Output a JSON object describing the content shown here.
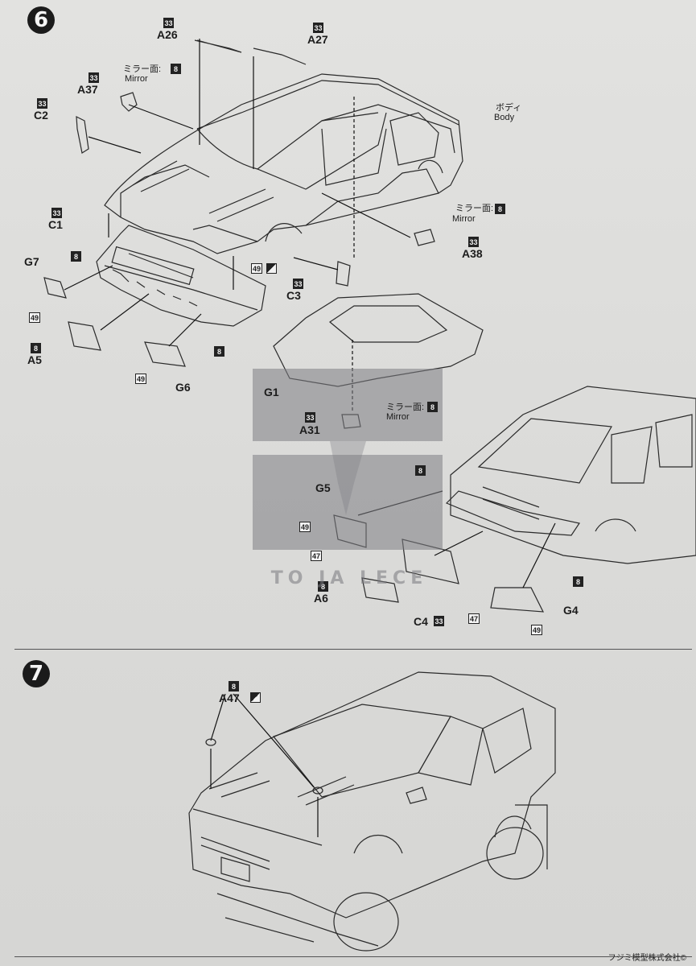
{
  "steps": [
    {
      "number": "6"
    },
    {
      "number": "7"
    }
  ],
  "step6": {
    "labels": {
      "A26": "A26",
      "A27": "A27",
      "A37": "A37",
      "C2": "C2",
      "C1": "C1",
      "G7": "G7",
      "A5": "A5",
      "G6": "G6",
      "C3": "C3",
      "A38": "A38",
      "G1": "G1",
      "A31": "A31",
      "G5": "G5",
      "A6": "A6",
      "C4": "C4",
      "G4": "G4"
    },
    "body_jp": "ボディ",
    "body_en": "Body",
    "mirror_jp": "ミラー面:",
    "mirror_en": "Mirror",
    "codes": {
      "c33": "33",
      "c8": "8",
      "c49": "49",
      "c47": "47"
    }
  },
  "step7": {
    "label": "A47",
    "code": "8"
  },
  "watermark": "TO JA LECE",
  "footer": "フジミ模型株式会社©",
  "colors": {
    "paper": "#dcdcda",
    "ink": "#1b1b1b",
    "watermark": "#8a8a90"
  }
}
